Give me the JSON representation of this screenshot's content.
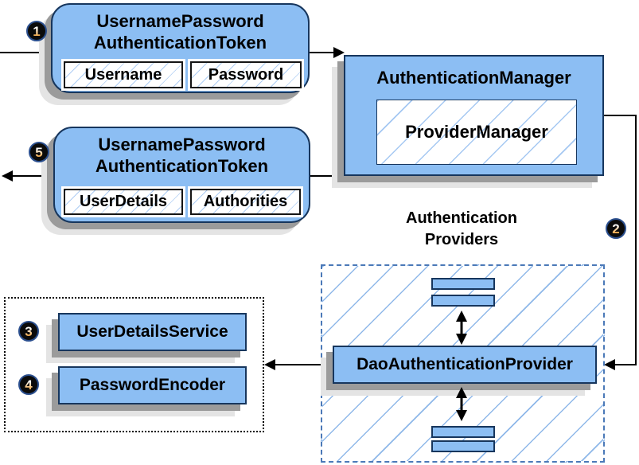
{
  "diagram": {
    "steps": [
      "1",
      "2",
      "3",
      "4",
      "5"
    ],
    "request_token": {
      "title_line1": "UsernamePassword",
      "title_line2": "AuthenticationToken",
      "fields": [
        "Username",
        "Password"
      ]
    },
    "authentication_manager": {
      "title": "AuthenticationManager",
      "inner_box": "ProviderManager"
    },
    "result_token": {
      "title_line1": "UsernamePassword",
      "title_line2": "AuthenticationToken",
      "fields": [
        "UserDetails",
        "Authorities"
      ]
    },
    "authentication_providers": {
      "label_line1": "Authentication",
      "label_line2": "Providers",
      "provider": "DaoAuthenticationProvider"
    },
    "collaborators": {
      "items": [
        "UserDetailsService",
        "PasswordEncoder"
      ]
    },
    "colors": {
      "box_fill": "#8CBEF3",
      "box_border": "#17365D",
      "hatch_line": "#A5C8F2",
      "group_dashed_border": "#4B79B8",
      "shadow_dark": "#9B9B9B",
      "shadow_light": "#E4E4E4",
      "connector": "#000000",
      "badge_fill": "#0B0B0B",
      "badge_ring": "#2B4F8E",
      "badge_digit": "#F0A040"
    }
  }
}
